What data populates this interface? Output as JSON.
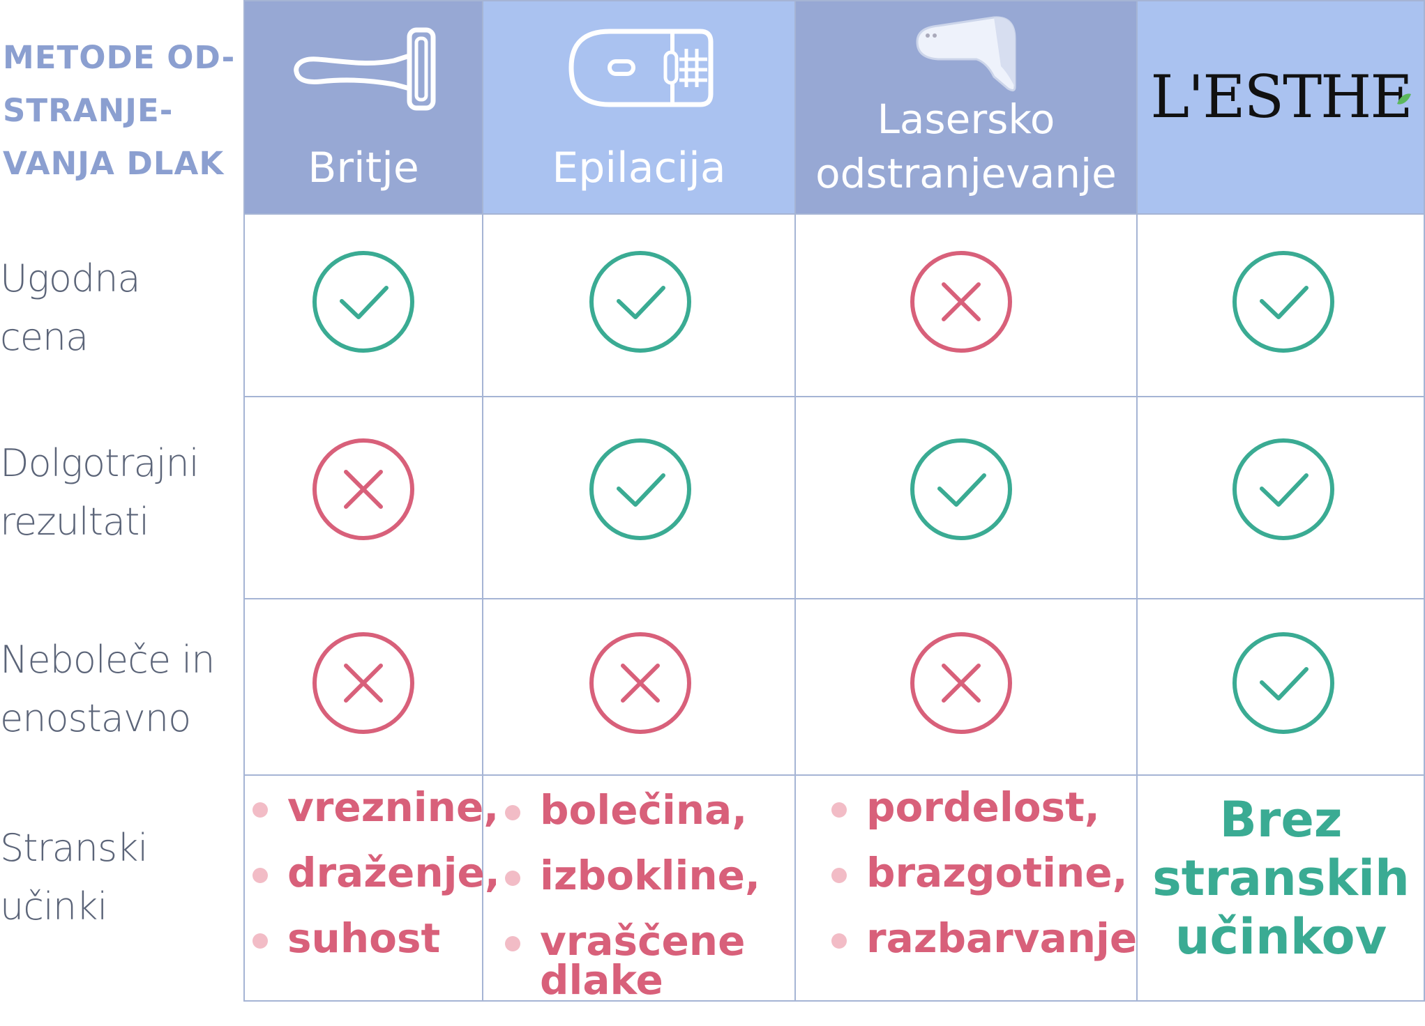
{
  "title_lines": [
    "METODE OD-",
    "STRANJE-",
    "VANJA DLAK"
  ],
  "columns": [
    {
      "label_lines": [
        "Britje"
      ],
      "icon": "razor-icon"
    },
    {
      "label_lines": [
        "Epilacija"
      ],
      "icon": "epilator-icon"
    },
    {
      "label_lines": [
        "Lasersko",
        "odstranjevanje"
      ],
      "icon": "laser-device-icon"
    },
    {
      "brand": "L'ESTHE"
    }
  ],
  "rows": [
    {
      "label_lines": [
        "Ugodna",
        "cena"
      ],
      "marks": [
        "check",
        "check",
        "cross",
        "check"
      ]
    },
    {
      "label_lines": [
        "Dolgotrajni",
        "rezultati"
      ],
      "marks": [
        "cross",
        "check",
        "check",
        "check"
      ]
    },
    {
      "label_lines": [
        "Neboleče in",
        "enostavno"
      ],
      "marks": [
        "cross",
        "cross",
        "cross",
        "check"
      ]
    }
  ],
  "side_effects": {
    "label_lines": [
      "Stranski",
      "učinki"
    ],
    "britje": [
      "vreznine,",
      "draženje,",
      "suhost"
    ],
    "epilacija": [
      "bolečina,",
      "izbokline,",
      "vraščene dlake"
    ],
    "laser": [
      "pordelost,",
      "brazgotine,",
      "razbarvanje"
    ],
    "lesthe_lines": [
      "Brez",
      "stranskih",
      "učinkov"
    ]
  },
  "colors": {
    "header_dark": "#97a8d4",
    "header_light": "#aac2f0",
    "check": "#3aab93",
    "cross": "#d8607a",
    "grid": "#a5b4d4"
  }
}
